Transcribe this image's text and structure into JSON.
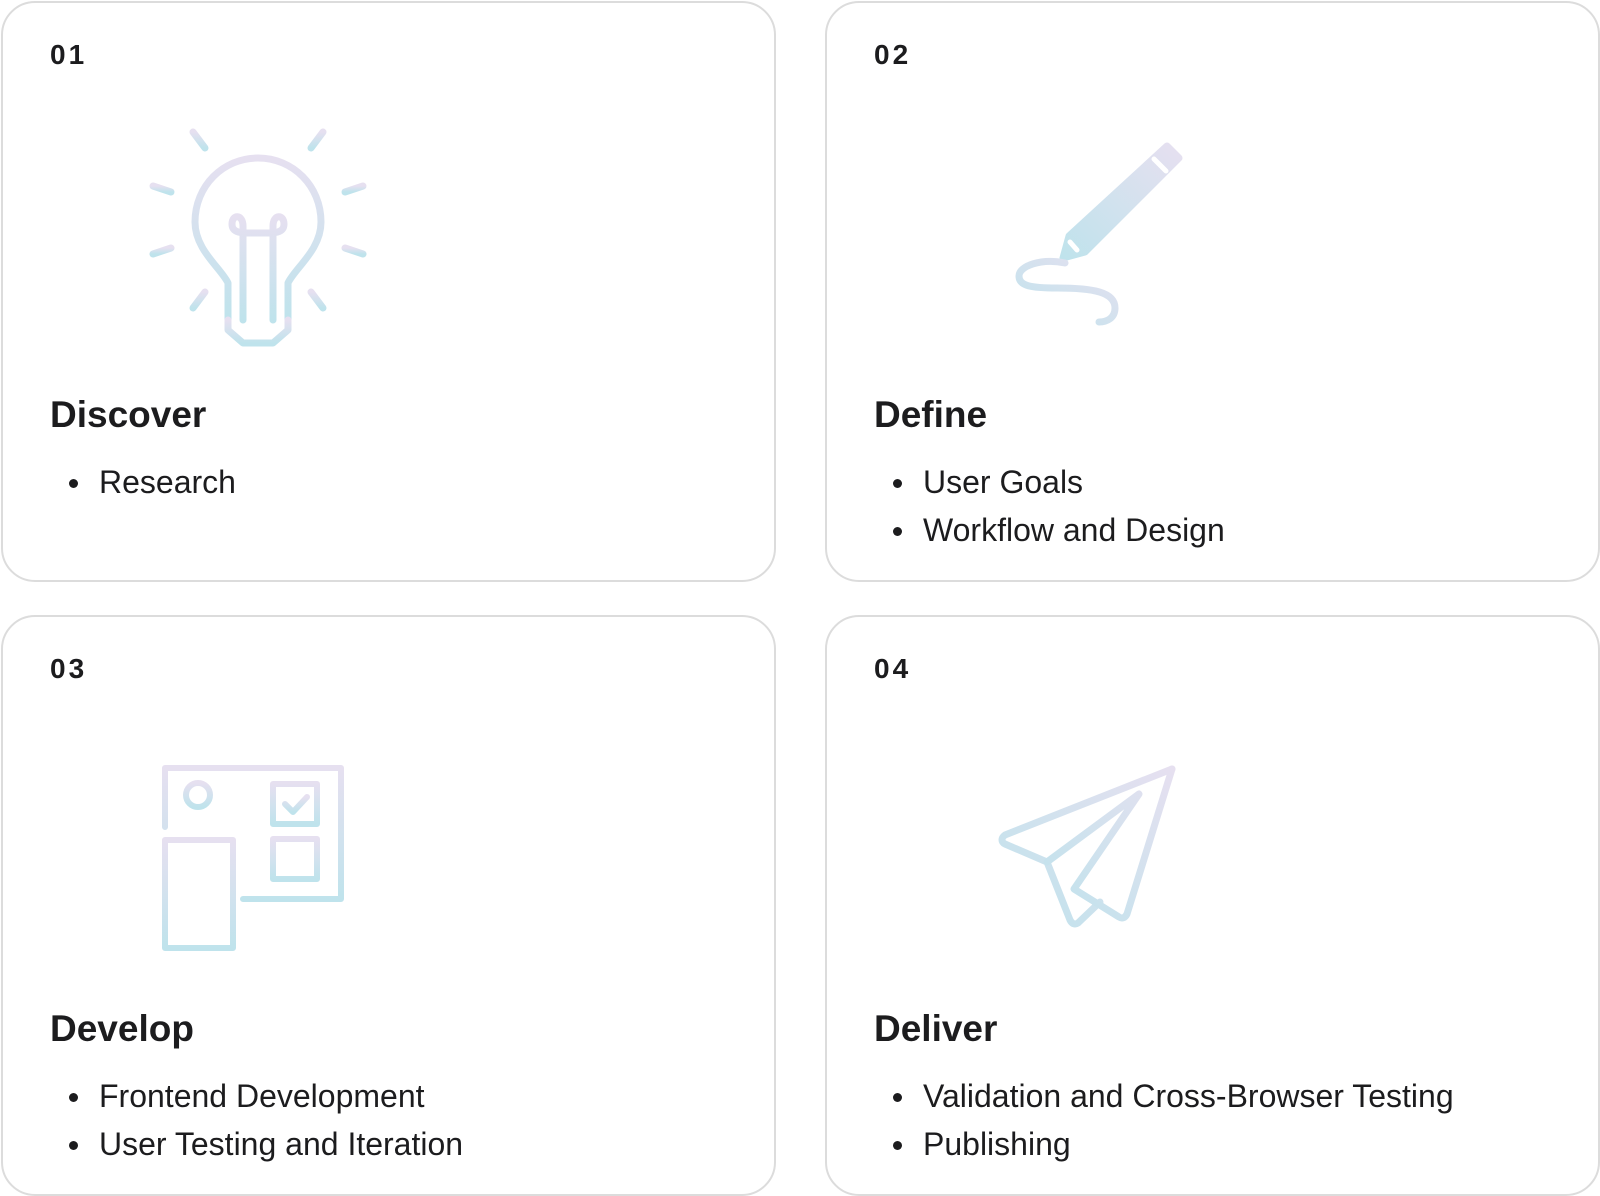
{
  "colors": {
    "card_border": "#dcdcdc",
    "text": "#1c1c1e",
    "icon_gradient_start": "#e6e0f0",
    "icon_gradient_end": "#bfe3ec"
  },
  "cards": [
    {
      "number": "01",
      "title": "Discover",
      "icon": "lightbulb-icon",
      "items": [
        "Research"
      ]
    },
    {
      "number": "02",
      "title": "Define",
      "icon": "pencil-icon",
      "items": [
        "User Goals",
        "Workflow and Design"
      ]
    },
    {
      "number": "03",
      "title": "Develop",
      "icon": "development-board-icon",
      "items": [
        "Frontend Development",
        "User Testing and Iteration"
      ]
    },
    {
      "number": "04",
      "title": "Deliver",
      "icon": "paper-plane-icon",
      "items": [
        "Validation and Cross-Browser Testing",
        "Publishing"
      ]
    }
  ]
}
